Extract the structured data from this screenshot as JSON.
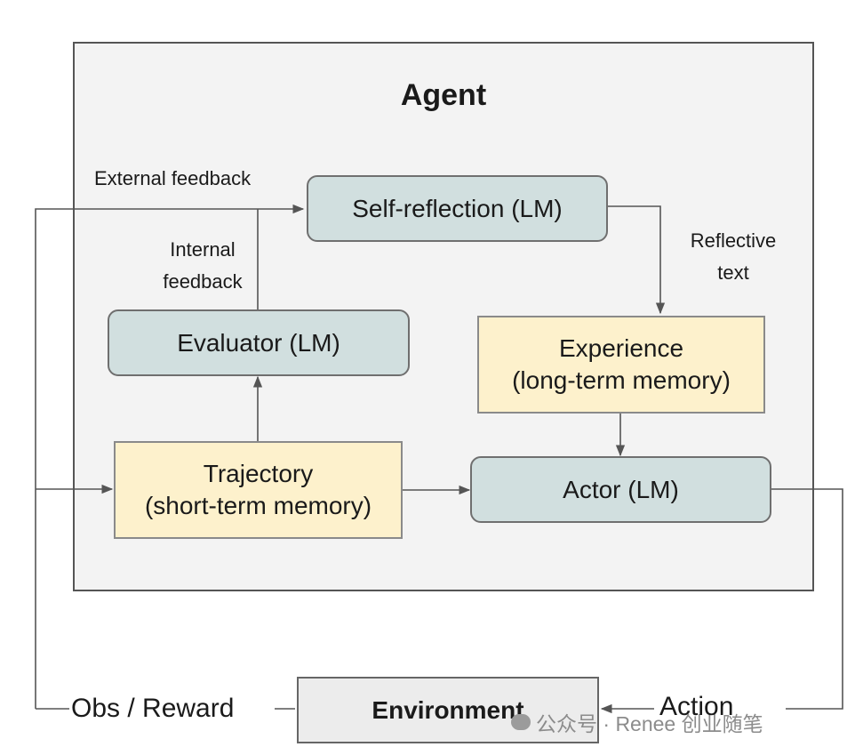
{
  "diagram": {
    "title": "Agent",
    "nodes": {
      "self_reflection": "Self-reflection (LM)",
      "evaluator": "Evaluator (LM)",
      "experience_line1": "Experience",
      "experience_line2": "(long-term memory)",
      "trajectory_line1": "Trajectory",
      "trajectory_line2": "(short-term memory)",
      "actor": "Actor (LM)",
      "environment": "Environment"
    },
    "edge_labels": {
      "external_feedback": "External feedback",
      "internal_line1": "Internal",
      "internal_line2": "feedback",
      "reflective_line1": "Reflective",
      "reflective_line2": "text",
      "obs_reward": "Obs / Reward",
      "action": "Action"
    }
  },
  "watermark": {
    "text": "公众号 · Renee 创业随笔",
    "icon": "wechat-icon"
  },
  "colors": {
    "lm_box": "#d1dfdf",
    "memory_box": "#fdf1cc",
    "environment_box": "#ececec",
    "agent_frame": "#f3f3f3",
    "connector": "#555555"
  }
}
